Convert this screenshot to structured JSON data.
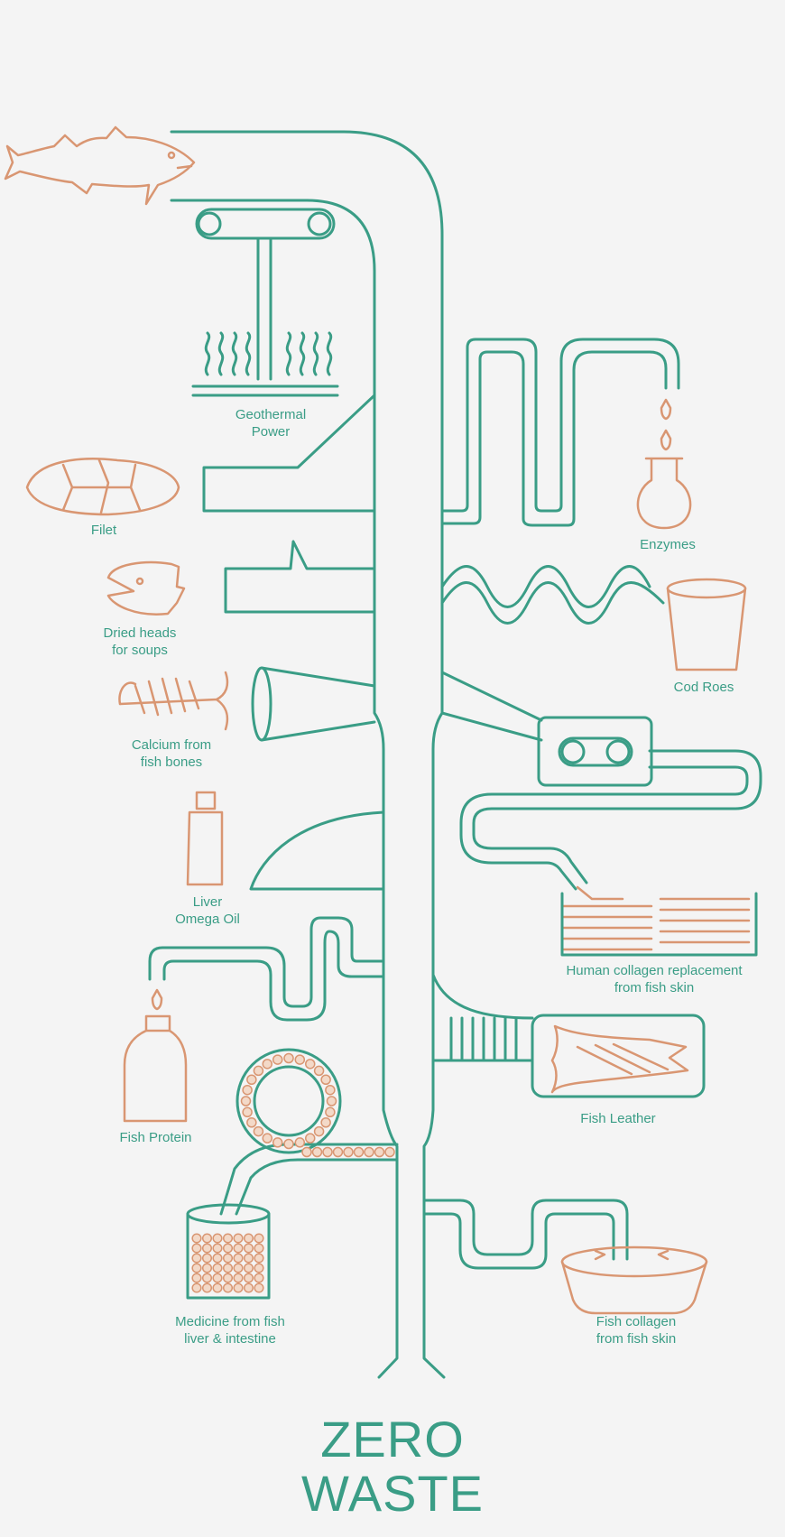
{
  "title": {
    "line1": "ZERO",
    "line2": "WASTE"
  },
  "colors": {
    "pipe": "#3a9d86",
    "object": "#d99672",
    "label": "#3a9d86",
    "background": "#f4f4f4"
  },
  "labels": {
    "geothermal": "Geothermal\nPower",
    "filet": "Filet",
    "enzymes": "Enzymes",
    "dried_heads": "Dried heads\nfor soups",
    "cod_roes": "Cod Roes",
    "calcium": "Calcium from\nfish bones",
    "liver_oil": "Liver\nOmega Oil",
    "human_collagen": "Human collagen replacement\nfrom fish skin",
    "fish_protein": "Fish Protein",
    "fish_leather": "Fish Leather",
    "medicine": "Medicine from fish\nliver & intestine",
    "fish_collagen": "Fish collagen\nfrom fish skin"
  },
  "icons": [
    "fish-icon",
    "conveyor-icon",
    "heat-waves-icon",
    "filet-icon",
    "drop-icon",
    "flask-icon",
    "fish-head-icon",
    "cup-icon",
    "fish-bones-icon",
    "bottle-icon",
    "roller-machine-icon",
    "skin-sheets-icon",
    "leather-icon",
    "pills-jar-icon",
    "bowl-icon"
  ]
}
